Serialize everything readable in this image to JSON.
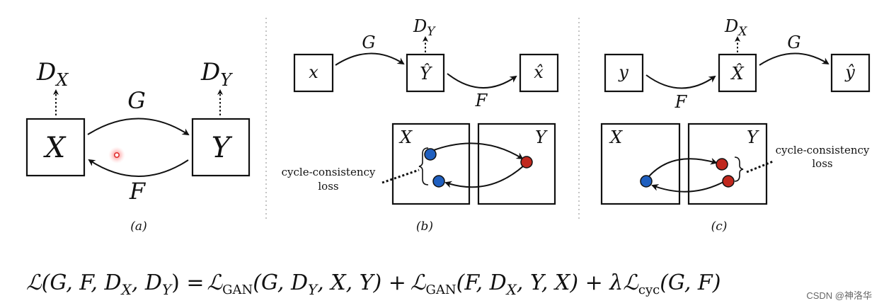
{
  "panel_a": {
    "dx": "D",
    "dx_sub": "X",
    "dy": "D",
    "dy_sub": "Y",
    "x_box": "X",
    "y_box": "Y",
    "g": "G",
    "f": "F",
    "caption": "(a)"
  },
  "panel_b": {
    "x_box": "x",
    "y_hat_box": "Ŷ",
    "x_hat_box": "x̂",
    "dy": "D",
    "dy_sub": "Y",
    "g": "G",
    "f": "F",
    "square_x": "X",
    "square_y": "Y",
    "loss_line1": "cycle-consistency",
    "loss_line2": "loss",
    "caption": "(b)",
    "colors": {
      "blue": "#1f5fbf",
      "red": "#c0281e"
    }
  },
  "panel_c": {
    "y_box": "y",
    "x_hat_box": "X̂",
    "y_hat_box": "ŷ",
    "dx": "D",
    "dx_sub": "X",
    "g": "G",
    "f": "F",
    "square_x": "X",
    "square_y": "Y",
    "loss_line1": "cycle-consistency",
    "loss_line2": "loss",
    "caption": "(c)",
    "colors": {
      "blue": "#1f5fbf",
      "red": "#c0281e"
    }
  },
  "equation": {
    "L": "ℒ",
    "lhs": "(G, F, D",
    "lhs_sub1": "X",
    "lhs_mid": ", D",
    "lhs_sub2": "Y",
    "lhs_end": ") =",
    "L1": "ℒ",
    "gan1": "GAN",
    "t1a": "(G, D",
    "t1_sub": "Y",
    "t1b": ", X, Y) +",
    "L2": "ℒ",
    "gan2": "GAN",
    "t2a": "(F, D",
    "t2_sub": "X",
    "t2b": ", Y, X) + λ",
    "L3": "ℒ",
    "cyc": "cyc",
    "t3": "(G, F)"
  },
  "watermark": "CSDN @神洛华"
}
